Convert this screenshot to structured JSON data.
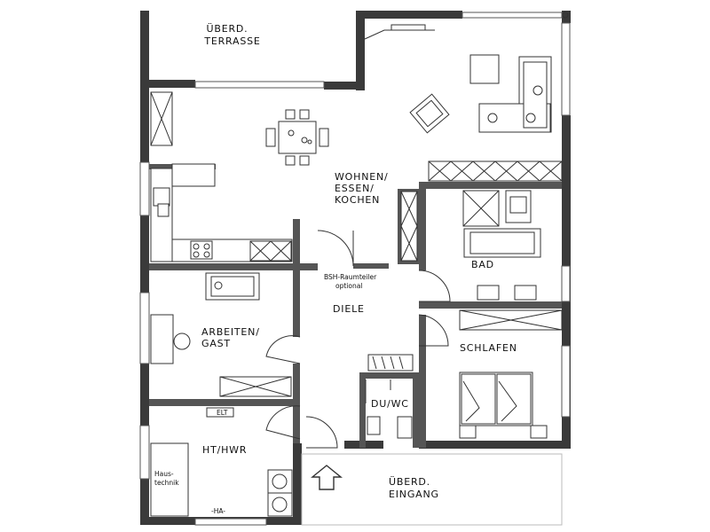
{
  "plan": {
    "rooms": {
      "terrace": [
        "ÜBERD.",
        "TERRASSE"
      ],
      "living": [
        "WOHNEN/",
        "ESSEN/",
        "KOCHEN"
      ],
      "bath": [
        "BAD"
      ],
      "hall": [
        "DIELE"
      ],
      "office": [
        "ARBEITEN/",
        "GAST"
      ],
      "bedroom": [
        "SCHLAFEN"
      ],
      "wc": [
        "DU/WC"
      ],
      "utility": [
        "HT/HWR"
      ],
      "entrance": [
        "ÜBERD.",
        "EINGANG"
      ]
    },
    "notes": {
      "divider": [
        "BSH-Raumteiler",
        "optional"
      ],
      "elt": "ELT",
      "tech": [
        "Haus-",
        "technik"
      ],
      "ha": "-HA-"
    }
  }
}
